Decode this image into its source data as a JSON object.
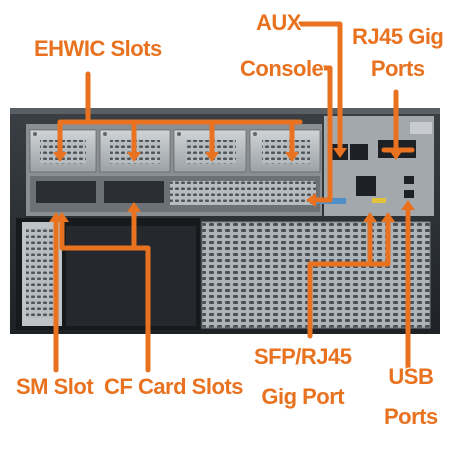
{
  "colors": {
    "callout": "#e8721f",
    "callout_outline": "#ffffff",
    "chassis_dark": "#2b2f33",
    "chassis_metal": "#9fa4a8",
    "chassis_light": "#c9cdd0"
  },
  "labels": {
    "ehwic": "EHWIC Slots",
    "aux": "AUX",
    "console": "Console",
    "rj45_line1": "RJ45 Gig",
    "rj45_line2": "Ports",
    "sm_slot": "SM Slot",
    "cf_card": "CF Card Slots",
    "sfp_line1": "SFP/RJ45",
    "sfp_line2": "Gig Port",
    "usb_line1": "USB",
    "usb_line2": "Ports"
  }
}
